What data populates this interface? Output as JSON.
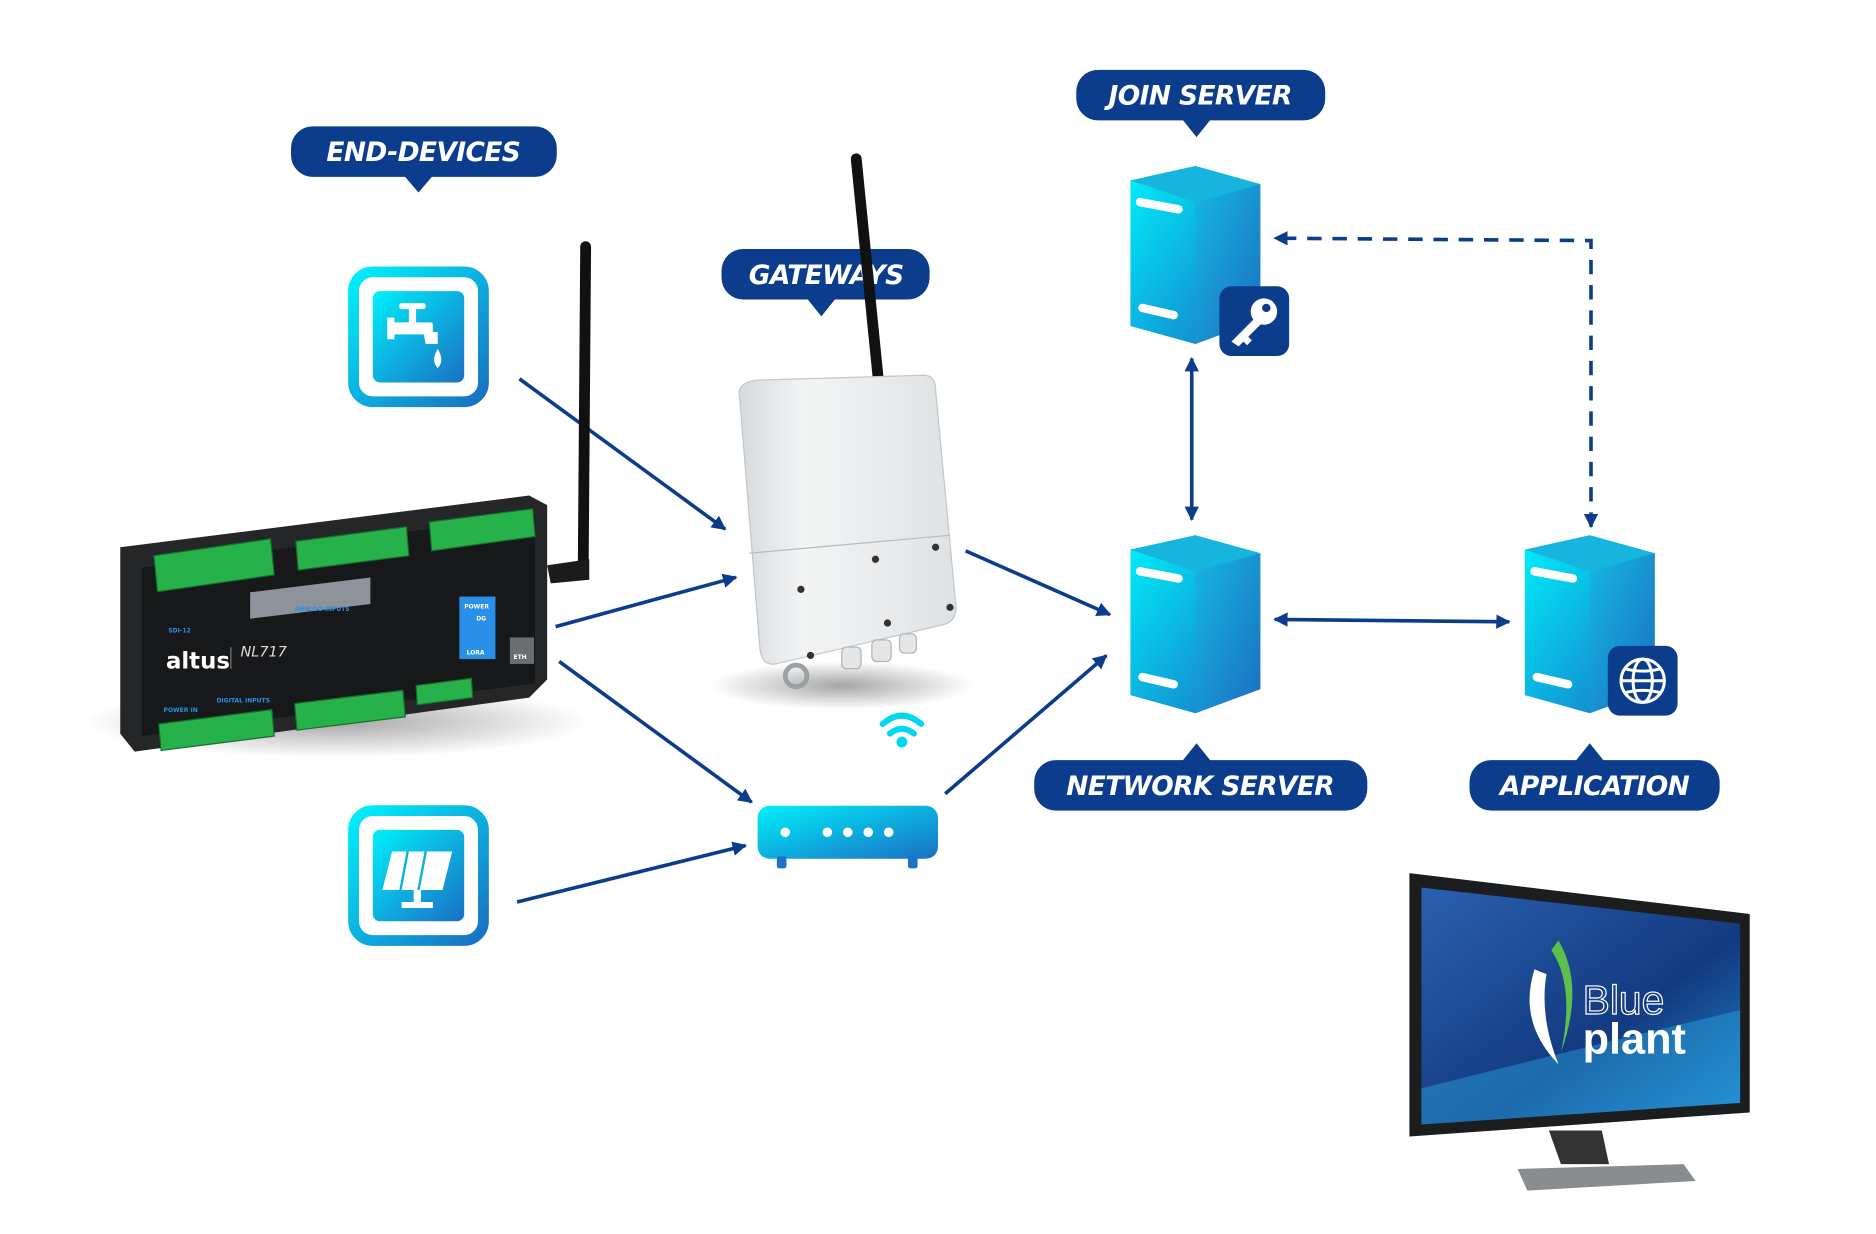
{
  "labels": {
    "end_devices": "END-DEVICES",
    "join_server": "JOIN SERVER",
    "gateways": "GATEWAYS",
    "network_server": "NETWORK SERVER",
    "application": "APPLICATION"
  },
  "plc": {
    "brand": "altus",
    "model": "NL717",
    "analog_inputs": "ANALOG INPUTS",
    "digital_inputs": "DIGITAL INPUTS",
    "sdi": "SDI-12",
    "power_in": "POWER IN",
    "power": "POWER",
    "dg": "DG",
    "lora": "LORA",
    "eth": "ETH"
  },
  "monitor": {
    "logo_top": "Blue",
    "logo_bottom": "plant"
  },
  "colors": {
    "navy": "#0b3d8c",
    "cyan": "#00e8f8",
    "blue": "#1a73c6"
  },
  "icons": [
    "faucet-icon",
    "solar-panel-icon",
    "key-icon",
    "globe-icon",
    "wifi-icon",
    "antenna-icon"
  ]
}
